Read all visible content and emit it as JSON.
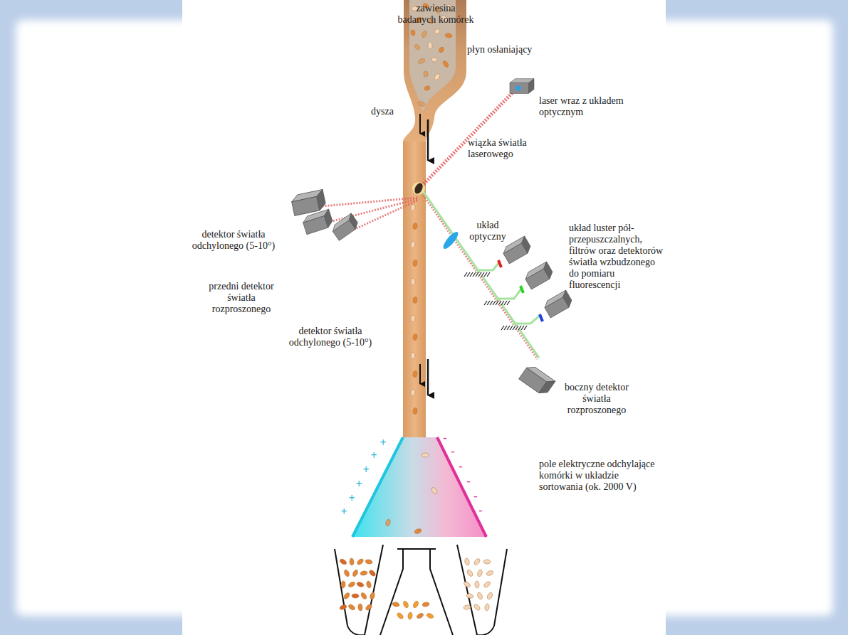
{
  "diagram": {
    "labels": [
      "zawiesina badanych komórek",
      "płyn osłaniający",
      "laser wraz z układem optycznym",
      "dysza",
      "wiązka światła laserowego",
      "detektor światła odchylonego (5-10°)",
      "przedni detektor światła rozproszonego",
      "detektor światła odchylonego (5-10°)",
      "układ optyczny",
      "układ luster pół-przepuszczalnych, filtrów oraz detektorów światła wzbudzonego do pomiaru fluorescencji",
      "boczny detektor światła rozproszonego",
      "pole elektryczne odchylające komórki w układzie sortowania (ok. 2000 V)",
      "+",
      "+",
      "+",
      "+",
      "+",
      "+",
      "-",
      "-",
      "-",
      "-",
      "-",
      "-"
    ]
  }
}
